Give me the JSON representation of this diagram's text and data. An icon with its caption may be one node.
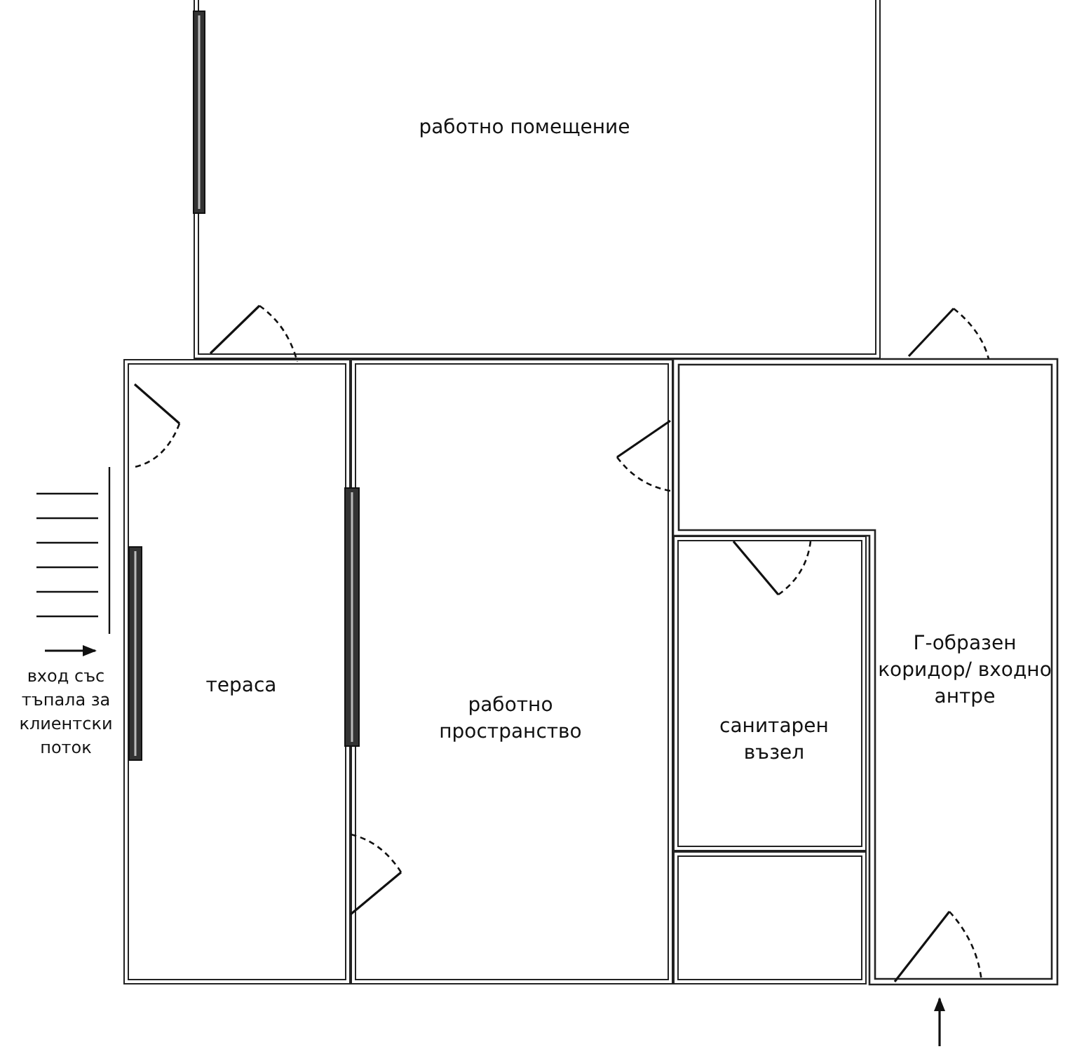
{
  "diagram": {
    "nodes": [
      {
        "text": [
          "работно помещение"
        ]
      },
      {
        "text": [
          "тераса"
        ]
      },
      {
        "text": [
          "работно пространство"
        ]
      },
      {
        "text": [
          "санитарен възел"
        ]
      },
      {
        "text": [
          "Г-образен коридор/ входно антре"
        ]
      },
      {
        "text": [],
        "shape": "box"
      }
    ],
    "labels": [
      "вход със тъпала за клиентски поток"
    ]
  }
}
